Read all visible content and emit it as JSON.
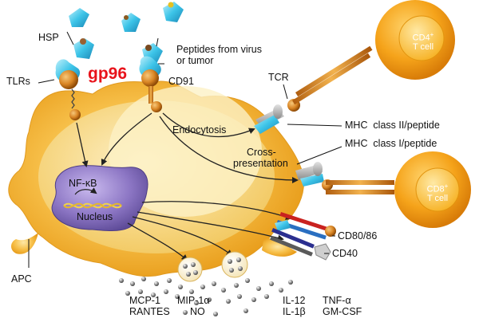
{
  "labels": {
    "hsp": "HSP",
    "gp96": "gp96",
    "peptides_line1": "Peptides from virus",
    "peptides_line2": "or tumor",
    "tlrs": "TLRs",
    "cd91": "CD91",
    "tcr": "TCR",
    "cd4_main": "CD4",
    "cd4_sup": "+",
    "cd4_sub": "T cell",
    "cd8_main": "CD8",
    "cd8_sup": "+",
    "cd8_sub": "T cell",
    "endocytosis": "Endocytosis",
    "cross_line1": "Cross-",
    "cross_line2": "presentation",
    "mhc2": "MHC  class II/peptide",
    "mhc1": "MHC  class I/peptide",
    "nfkb": "NF-κB",
    "nucleus": "Nucleus",
    "cd80": "CD80/86",
    "cd40": "CD40",
    "apc": "APC",
    "mcp1": "MCP-1",
    "mip1a": "MIP-1α",
    "rantes": "RANTES",
    "no": "NO",
    "il12": "IL-12",
    "tnfa": "TNF-α",
    "il1b": "IL-1β",
    "gmcsf": "GM-CSF"
  },
  "colors": {
    "apc_fill": "#f6b83a",
    "apc_inner": "#fbe4a4",
    "nucleus": "#8e7cc3",
    "tcell": "#f4a41c",
    "gp96_text": "#e8131b",
    "hsp_cyan": "#3cc4e8"
  }
}
